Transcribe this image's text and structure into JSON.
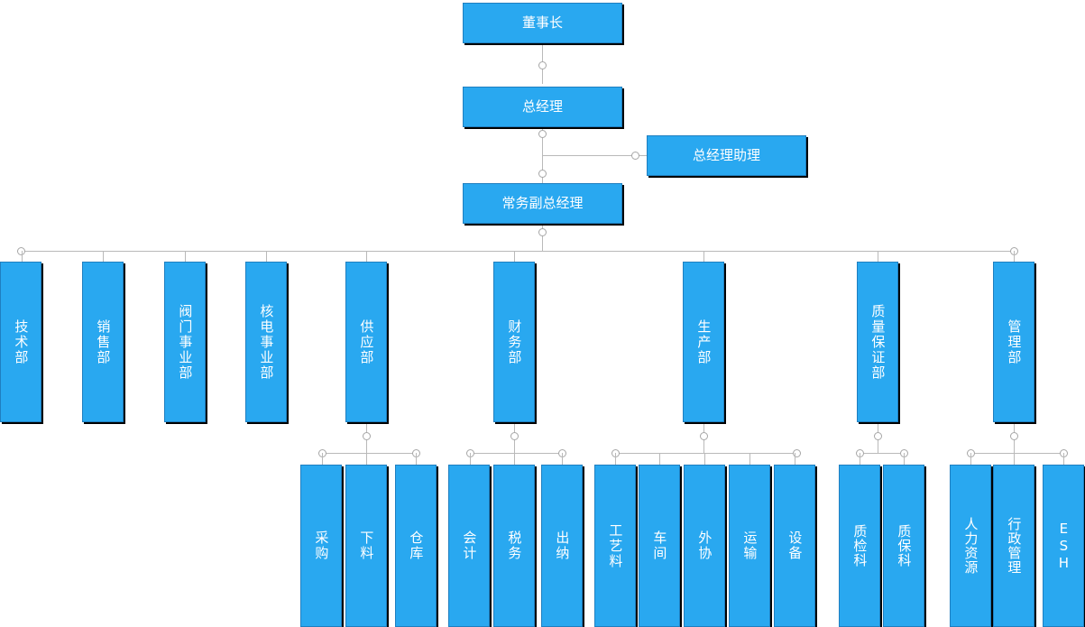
{
  "diagram": {
    "type": "org-chart",
    "title": "",
    "colors": {
      "node_fill": "#29a8f0",
      "node_border": "#1f7fc0",
      "node_text": "#ffffff",
      "connector": "#b9b9b9",
      "connector_dot_fill": "#ffffff",
      "shadow": "#000000",
      "background": "#ffffff"
    },
    "nodes": {
      "chairman": "董事长",
      "general_manager": "总经理",
      "gm_assistant": "总经理助理",
      "executive_deputy_gm": "常务副总经理",
      "departments": [
        "技术部",
        "销售部",
        "阀门事业部",
        "核电事业部",
        "供应部",
        "财务部",
        "生产部",
        "质量保证部",
        "管理部"
      ],
      "supply_children": [
        "采购",
        "下料",
        "仓库"
      ],
      "finance_children": [
        "会计",
        "税务",
        "出纳"
      ],
      "production_children": [
        "工艺料",
        "车间",
        "外协",
        "运输",
        "设备"
      ],
      "quality_children": [
        "质检科",
        "质保科"
      ],
      "management_children": [
        "人力资源",
        "行政管理",
        "ESH"
      ]
    }
  }
}
